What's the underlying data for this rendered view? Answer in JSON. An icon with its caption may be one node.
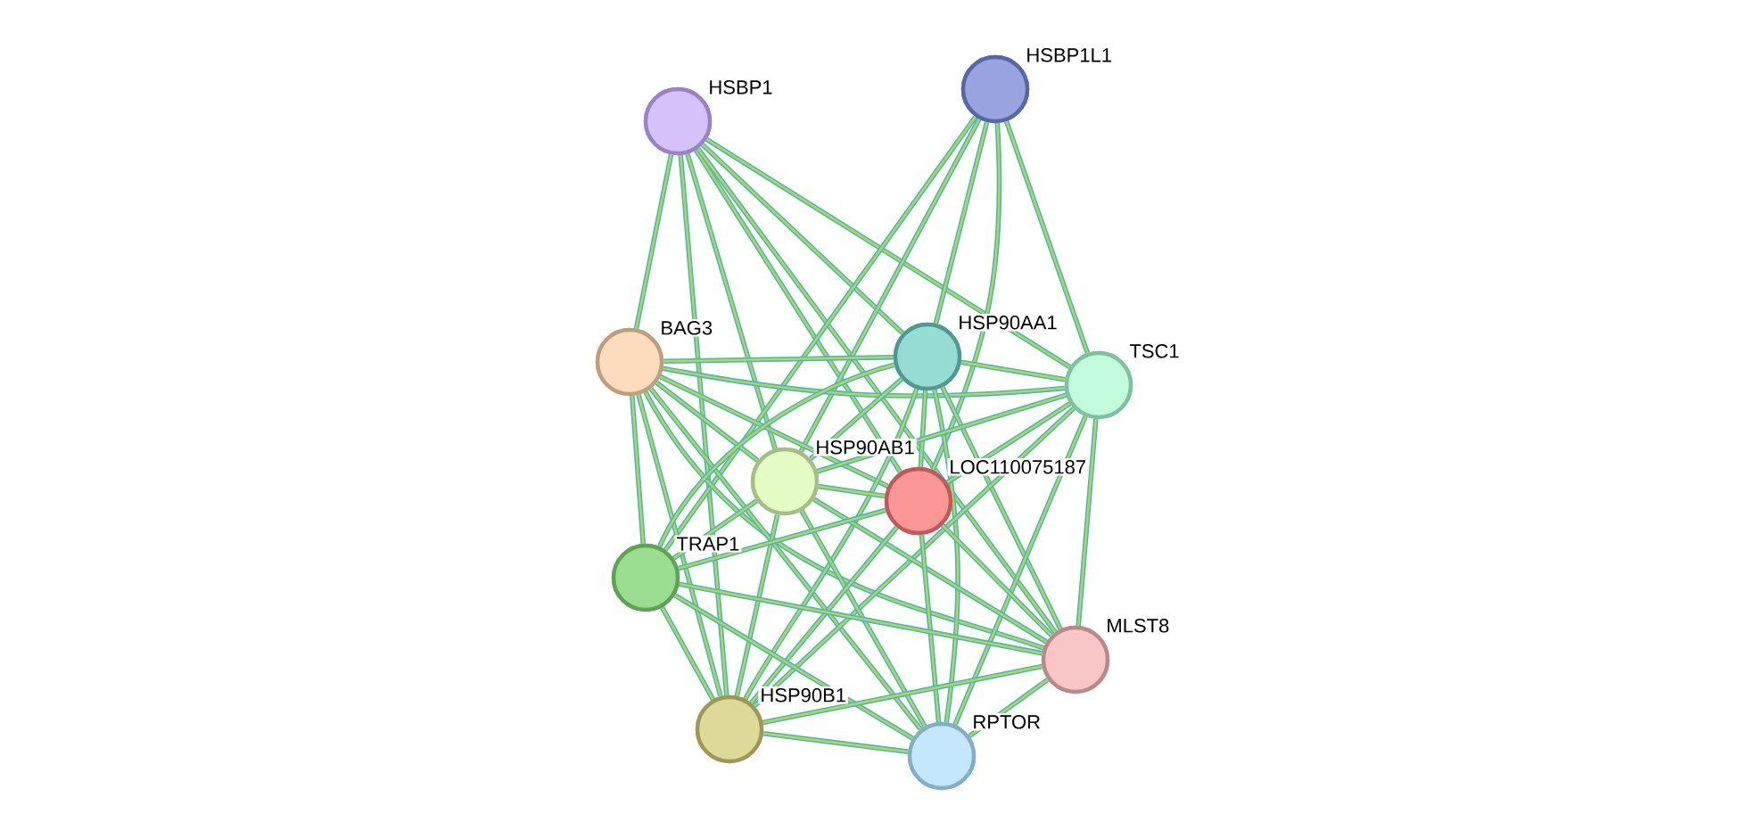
{
  "diagram": {
    "nodes": [
      {
        "text": [
          "HSBP1"
        ]
      },
      {
        "text": [
          "HSBP1L1"
        ]
      },
      {
        "text": [
          "BAG3"
        ]
      },
      {
        "text": [
          "HSP90AA1"
        ]
      },
      {
        "text": [
          "TSC1"
        ]
      },
      {
        "text": [
          "HSP90AB1"
        ]
      },
      {
        "text": [
          "LOC110075187"
        ]
      },
      {
        "text": [
          "TRAP1"
        ]
      },
      {
        "text": [
          "MLST8"
        ]
      },
      {
        "text": [
          "HSP90B1"
        ]
      },
      {
        "text": [
          "RPTOR"
        ]
      }
    ],
    "edges": [
      {
        "from": 0,
        "to": 2,
        "arrow": "none"
      },
      {
        "from": 0,
        "to": 3,
        "arrow": "none"
      },
      {
        "from": 0,
        "to": 4,
        "arrow": "none"
      },
      {
        "from": 0,
        "to": 5,
        "arrow": "none"
      },
      {
        "from": 0,
        "to": 6,
        "arrow": "none"
      },
      {
        "from": 0,
        "to": 8,
        "arrow": "none"
      },
      {
        "from": 0,
        "to": 9,
        "arrow": "none"
      },
      {
        "from": 1,
        "to": 3,
        "arrow": "none"
      },
      {
        "from": 1,
        "to": 4,
        "arrow": "none"
      },
      {
        "from": 1,
        "to": 5,
        "arrow": "none"
      },
      {
        "from": 1,
        "to": 6,
        "arrow": "none"
      },
      {
        "from": 1,
        "to": 7,
        "arrow": "none"
      },
      {
        "from": 2,
        "to": 3,
        "arrow": "none"
      },
      {
        "from": 2,
        "to": 4,
        "arrow": "none"
      },
      {
        "from": 2,
        "to": 5,
        "arrow": "none"
      },
      {
        "from": 2,
        "to": 6,
        "arrow": "none"
      },
      {
        "from": 2,
        "to": 7,
        "arrow": "none"
      },
      {
        "from": 2,
        "to": 8,
        "arrow": "none"
      },
      {
        "from": 2,
        "to": 9,
        "arrow": "none"
      },
      {
        "from": 2,
        "to": 10,
        "arrow": "none"
      },
      {
        "from": 3,
        "to": 4,
        "arrow": "none"
      },
      {
        "from": 3,
        "to": 5,
        "arrow": "none"
      },
      {
        "from": 3,
        "to": 6,
        "arrow": "none"
      },
      {
        "from": 3,
        "to": 7,
        "arrow": "none"
      },
      {
        "from": 3,
        "to": 8,
        "arrow": "none"
      },
      {
        "from": 3,
        "to": 9,
        "arrow": "none"
      },
      {
        "from": 3,
        "to": 10,
        "arrow": "none"
      },
      {
        "from": 4,
        "to": 5,
        "arrow": "none"
      },
      {
        "from": 4,
        "to": 6,
        "arrow": "none"
      },
      {
        "from": 4,
        "to": 8,
        "arrow": "none"
      },
      {
        "from": 4,
        "to": 9,
        "arrow": "none"
      },
      {
        "from": 4,
        "to": 10,
        "arrow": "none"
      },
      {
        "from": 5,
        "to": 6,
        "arrow": "none"
      },
      {
        "from": 5,
        "to": 7,
        "arrow": "none"
      },
      {
        "from": 5,
        "to": 8,
        "arrow": "none"
      },
      {
        "from": 5,
        "to": 9,
        "arrow": "none"
      },
      {
        "from": 5,
        "to": 10,
        "arrow": "none"
      },
      {
        "from": 6,
        "to": 7,
        "arrow": "none"
      },
      {
        "from": 6,
        "to": 8,
        "arrow": "none"
      },
      {
        "from": 6,
        "to": 9,
        "arrow": "none"
      },
      {
        "from": 6,
        "to": 10,
        "arrow": "none"
      },
      {
        "from": 7,
        "to": 8,
        "arrow": "none"
      },
      {
        "from": 7,
        "to": 9,
        "arrow": "none"
      },
      {
        "from": 7,
        "to": 10,
        "arrow": "none"
      },
      {
        "from": 8,
        "to": 9,
        "arrow": "none"
      },
      {
        "from": 8,
        "to": 10,
        "arrow": "none"
      },
      {
        "from": 9,
        "to": 10,
        "arrow": "none"
      }
    ]
  }
}
